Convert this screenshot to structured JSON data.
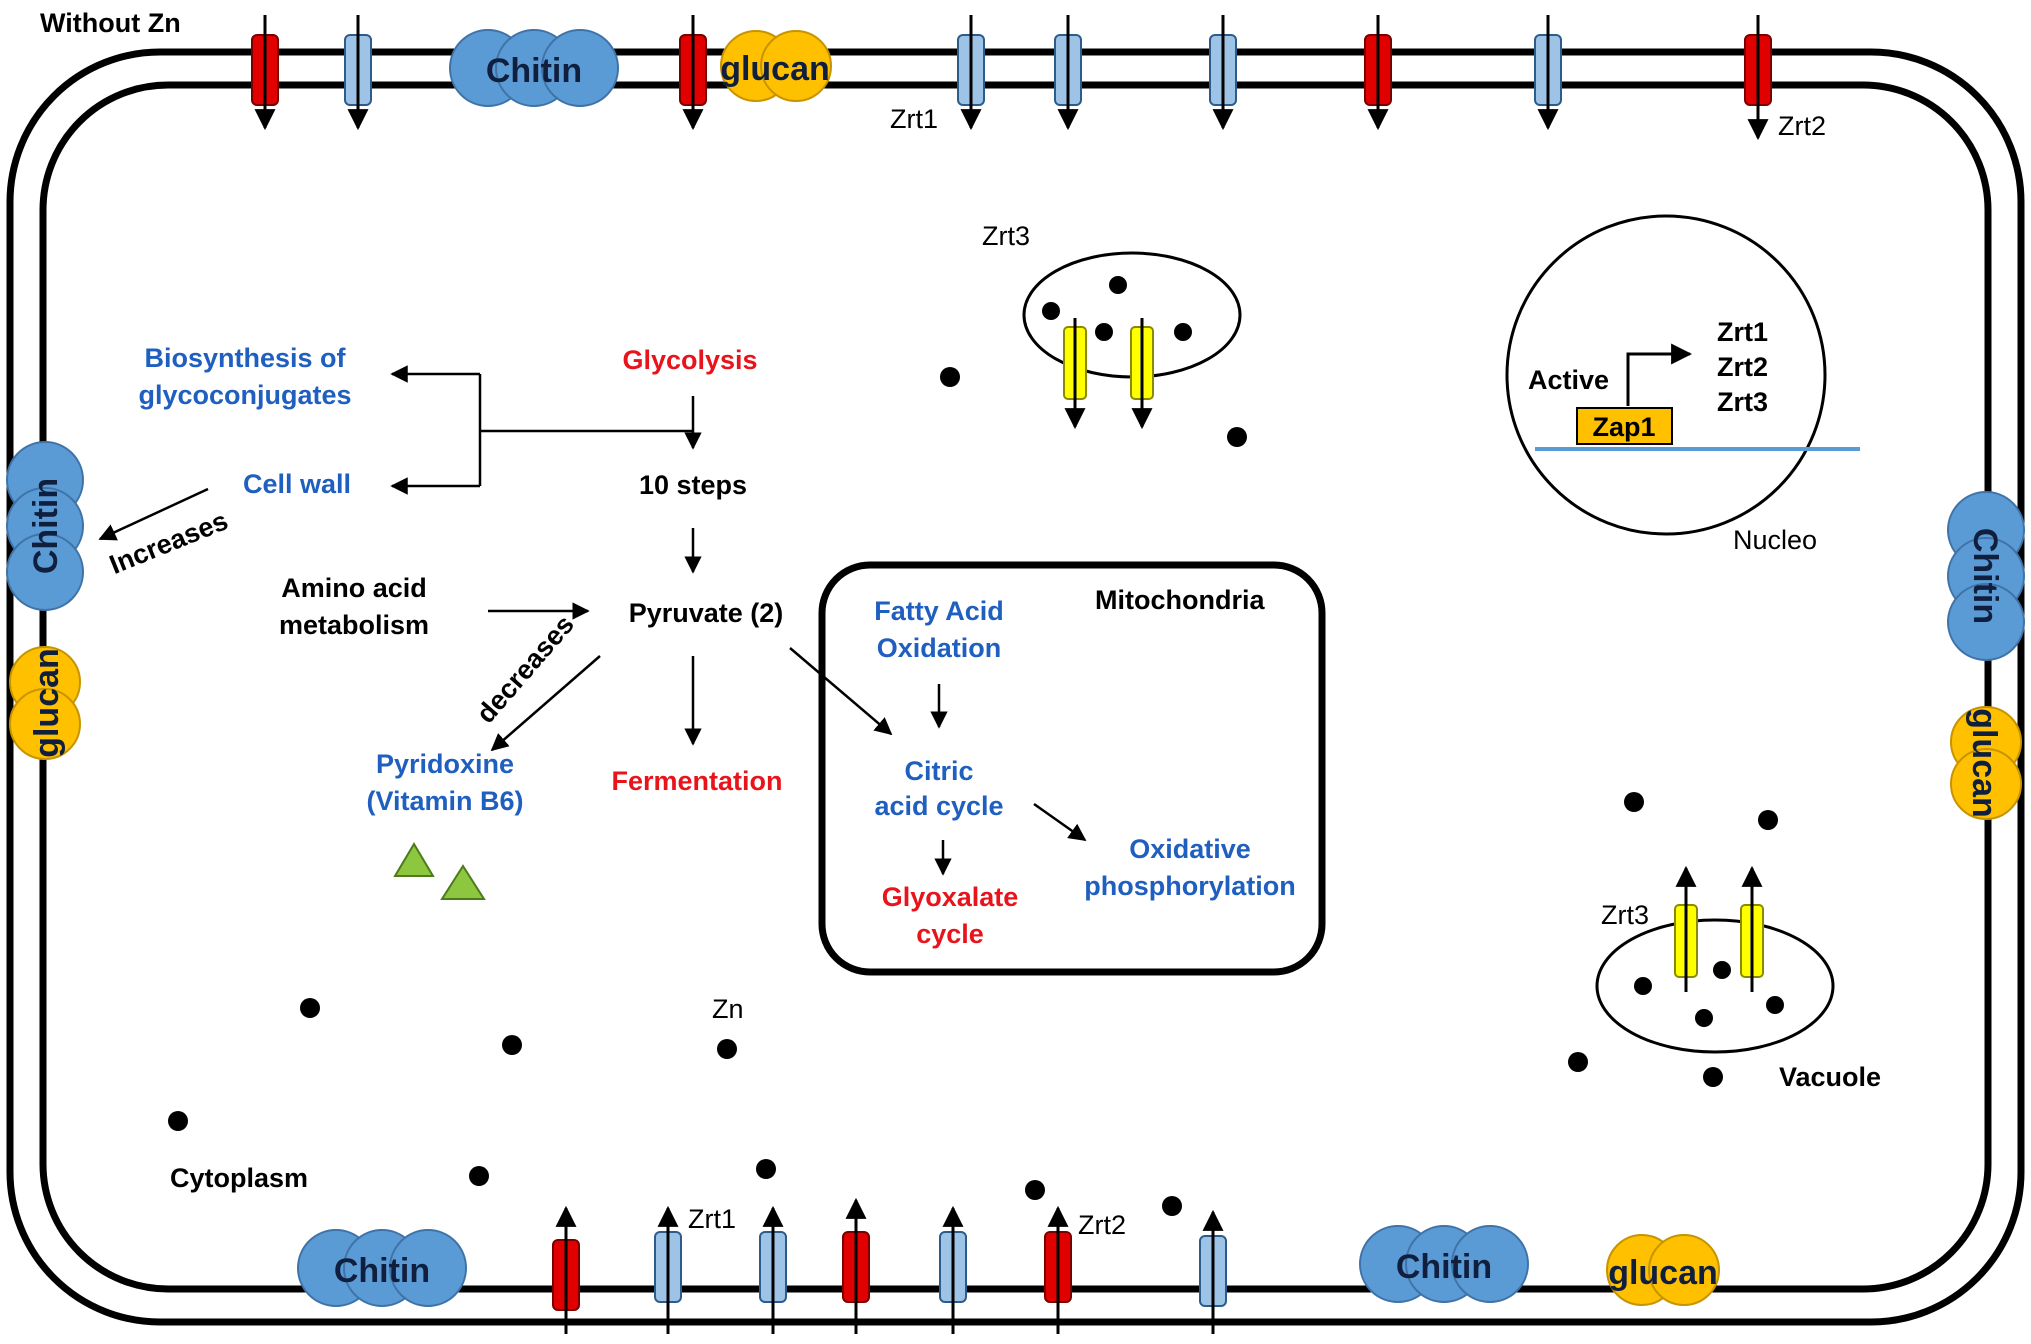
{
  "title": "Without Zn",
  "colors": {
    "blue_text": "#1f5fbf",
    "red_text": "#e8141c",
    "chitin": "#5b9bd5",
    "glucan": "#ffc000",
    "channel_red": "#e00000",
    "channel_blue": "#9dc3e6",
    "channel_yellow": "#ffff00",
    "pyridoxine_triangle": "#8dc63f"
  },
  "cell_wall": {
    "chitin_label": "Chitin",
    "glucan_label": "glucan"
  },
  "transporters": {
    "zrt1": "Zrt1",
    "zrt2": "Zrt2",
    "zrt3": "Zrt3"
  },
  "compartments": {
    "cytoplasm": "Cytoplasm",
    "mitochondria": "Mitochondria",
    "nucleus": "Nucleo",
    "vacuole": "Vacuole",
    "zinc": "Zn"
  },
  "nucleus": {
    "active": "Active",
    "zap1": "Zap1",
    "targets": [
      "Zrt1",
      "Zrt2",
      "Zrt3"
    ]
  },
  "pathway": {
    "glycolysis": "Glycolysis",
    "steps": "10 steps",
    "biosynthesis_line1": "Biosynthesis of",
    "biosynthesis_line2": "glycoconjugates",
    "cell_wall": "Cell wall",
    "increases": "Increases",
    "amino_line1": "Amino acid",
    "amino_line2": "metabolism",
    "pyruvate": "Pyruvate (2)",
    "decreases": "decreases",
    "pyridoxine_line1": "Pyridoxine",
    "pyridoxine_line2": "(Vitamin B6)",
    "fermentation": "Fermentation",
    "fatty_line1": "Fatty Acid",
    "fatty_line2": "Oxidation",
    "citric_line1": "Citric",
    "citric_line2": "acid cycle",
    "glyox_line1": "Glyoxalate",
    "glyox_line2": "cycle",
    "oxphos_line1": "Oxidative",
    "oxphos_line2": "phosphorylation"
  }
}
